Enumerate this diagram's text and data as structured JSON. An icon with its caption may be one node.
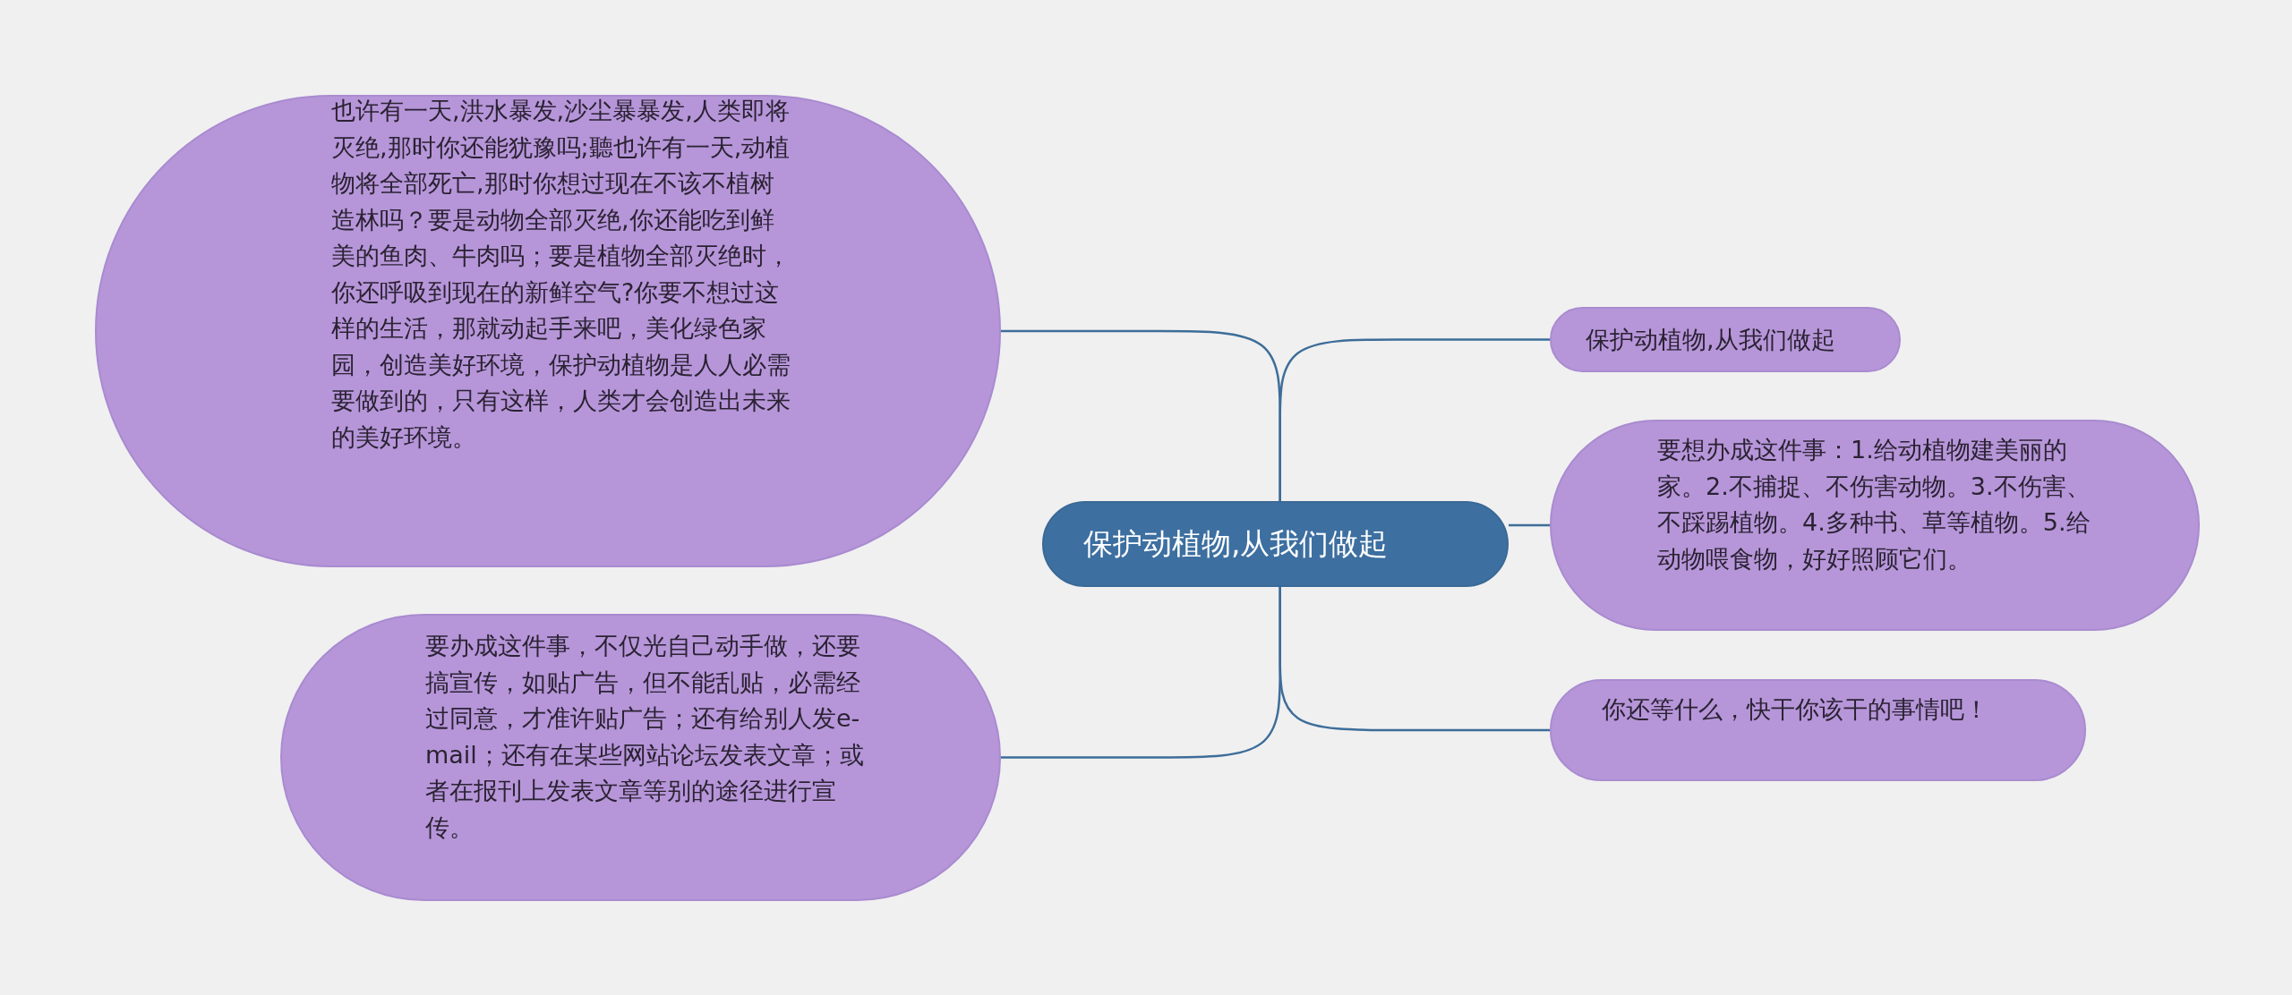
{
  "diagram": {
    "nodes": [
      {
        "text": [
          "保护动植物,从我们做起"
        ]
      },
      {
        "text": [
          "也许有一天,洪水暴发,沙尘暴暴发,人类即将灭绝,那时你还能犹豫吗;聽也许有一天,动植物将全部死亡,那时你想过现在不该不植树造林吗？要是动物全部灭绝,你还能吃到鲜美的鱼肉、牛肉吗；要是植物全部灭绝时，你还呼吸到现在的新鲜空气?你要不想过这样的生活，那就动起手来吧，美化绿色家园，创造美好环境，保护动植物是人人必需要做到的，只有这样，人类才会创造出未来的美好环境。"
        ]
      },
      {
        "text": [
          "要办成这件事，不仅光自己动手做，还要搞宣传，如贴广告，但不能乱贴，必需经过同意，才准许贴广告；还有给别人发e-mail；还有在某些网站论坛发表文章；或者在报刊上发表文章等别的途径进行宣传。"
        ]
      },
      {
        "text": [
          "保护动植物,从我们做起"
        ]
      },
      {
        "text": [
          "要想办成这件事：1.给动植物建美丽的家。2.不捕捉、不伤害动物。3.不伤害、不踩踢植物。4.多种书、草等植物。5.给动物喂食物，好好照顾它们。"
        ]
      },
      {
        "text": [
          "你还等什么，快干你该干的事情吧！"
        ]
      }
    ],
    "edges": [
      {
        "from": 0,
        "to": 1,
        "arrow": "none"
      },
      {
        "from": 0,
        "to": 2,
        "arrow": "none"
      },
      {
        "from": 0,
        "to": 3,
        "arrow": "none"
      },
      {
        "from": 0,
        "to": 4,
        "arrow": "none"
      },
      {
        "from": 0,
        "to": 5,
        "arrow": "none"
      }
    ]
  }
}
